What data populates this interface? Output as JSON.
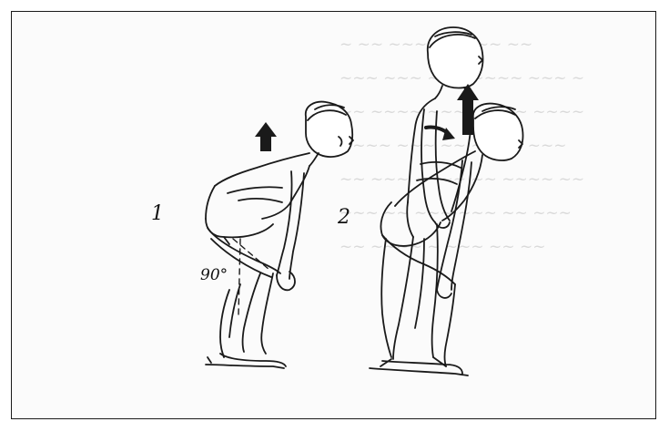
{
  "figure": {
    "label_1": "1",
    "label_2": "2",
    "angle_label": "90°"
  },
  "colors": {
    "line": "#1a1a1a",
    "background": "#fbfbfb",
    "bleed_text": "#d9d9d9"
  },
  "icons": [
    "up-arrow-icon",
    "curved-arrow-icon"
  ]
}
